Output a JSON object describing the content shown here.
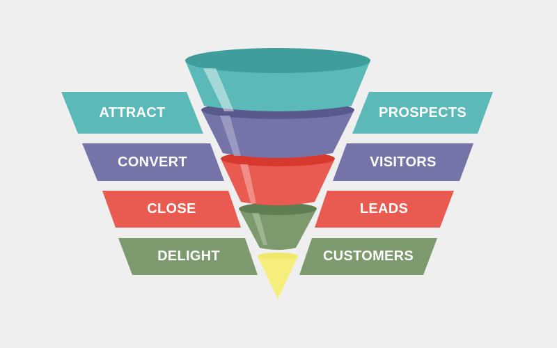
{
  "diagram": {
    "colors": {
      "background": "#efefef",
      "teal": "#5bbab7",
      "purple": "#7474a8",
      "red": "#e95a50",
      "green": "#7d9a6e",
      "yellow": "#f6ee7c"
    },
    "stages": [
      {
        "left_label": "ATTRACT",
        "right_label": "PROSPECTS",
        "color": "#5bbab7"
      },
      {
        "left_label": "CONVERT",
        "right_label": "VISITORS",
        "color": "#7474a8"
      },
      {
        "left_label": "CLOSE",
        "right_label": "LEADS",
        "color": "#e95a50"
      },
      {
        "left_label": "DELIGHT",
        "right_label": "CUSTOMERS",
        "color": "#7d9a6e"
      }
    ]
  }
}
